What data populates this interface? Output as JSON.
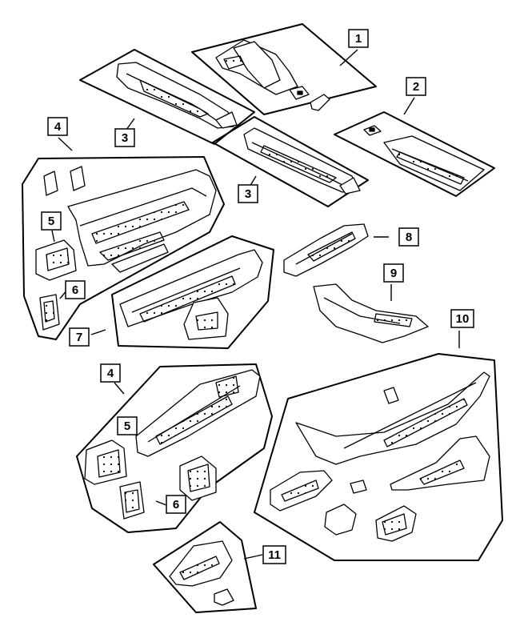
{
  "callouts": [
    {
      "id": "callout-1",
      "label": "1"
    },
    {
      "id": "callout-2",
      "label": "2"
    },
    {
      "id": "callout-3a",
      "label": "3"
    },
    {
      "id": "callout-3b",
      "label": "3"
    },
    {
      "id": "callout-4a",
      "label": "4"
    },
    {
      "id": "callout-5a",
      "label": "5"
    },
    {
      "id": "callout-6a",
      "label": "6"
    },
    {
      "id": "callout-7",
      "label": "7"
    },
    {
      "id": "callout-8",
      "label": "8"
    },
    {
      "id": "callout-9",
      "label": "9"
    },
    {
      "id": "callout-10",
      "label": "10"
    },
    {
      "id": "callout-4b",
      "label": "4"
    },
    {
      "id": "callout-5b",
      "label": "5"
    },
    {
      "id": "callout-6b",
      "label": "6"
    },
    {
      "id": "callout-11",
      "label": "11"
    }
  ]
}
